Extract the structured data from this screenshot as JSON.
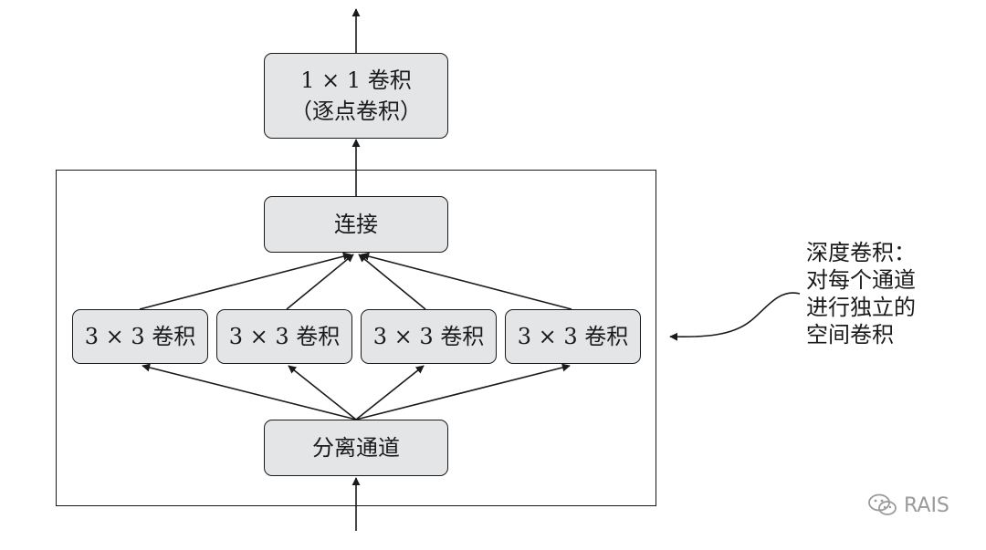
{
  "diagram": {
    "pointwise_node": {
      "line1": "1 × 1 卷积",
      "line2": "（逐点卷积）"
    },
    "concat_node": "连接",
    "conv_nodes": [
      "3 × 3 卷积",
      "3 × 3 卷积",
      "3 × 3 卷积",
      "3 × 3 卷积"
    ],
    "split_node": "分离通道",
    "annotation": {
      "lines": [
        "深度卷积：",
        "对每个通道",
        "进行独立的",
        "空间卷积"
      ]
    }
  },
  "watermark": {
    "text": "RAIS",
    "icon": "wechat-icon"
  },
  "colors": {
    "node_fill": "#e4e5e7",
    "stroke": "#1a1a1a",
    "watermark": "#9a9a9a"
  }
}
